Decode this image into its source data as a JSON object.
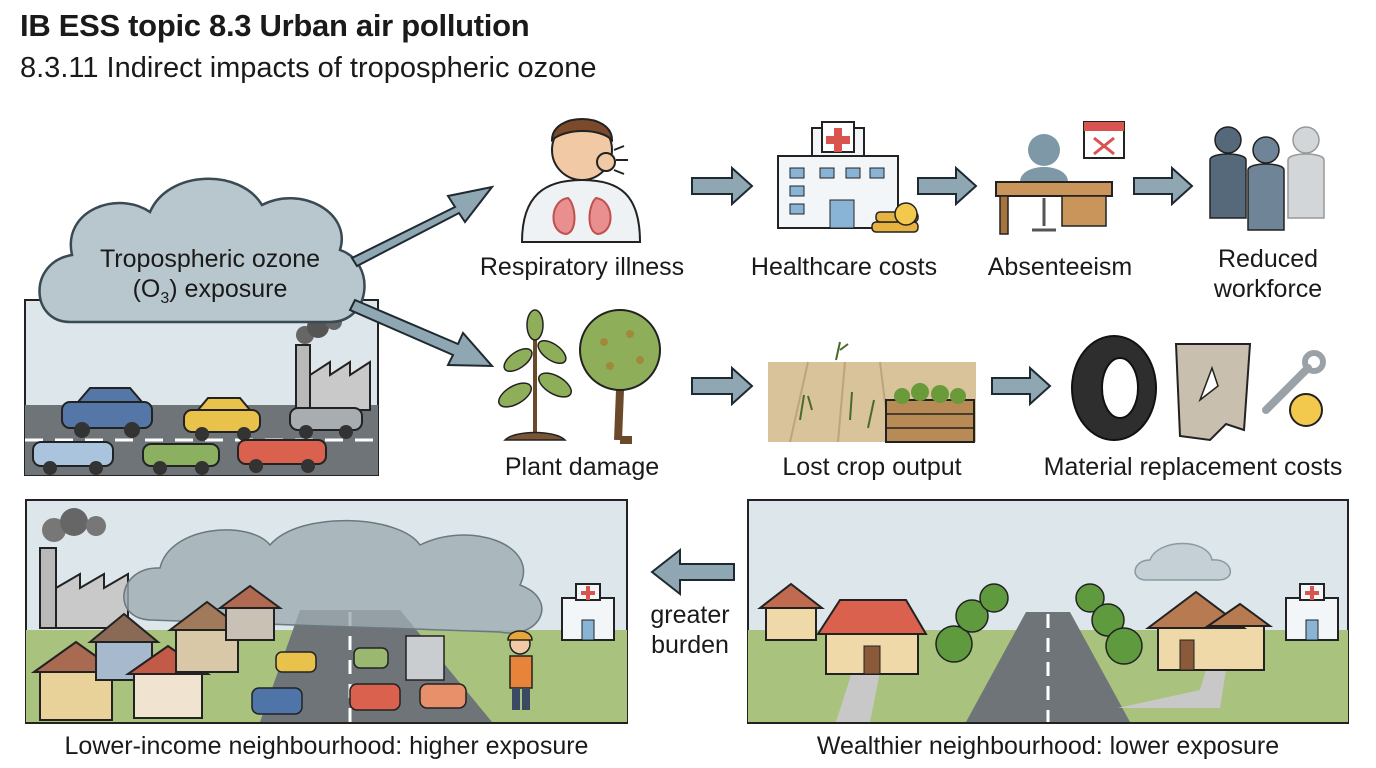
{
  "header": {
    "title": "IB ESS topic 8.3 Urban air pollution",
    "subtitle": "8.3.11 Indirect impacts of tropospheric ozone"
  },
  "source": {
    "line1": "Tropospheric ozone",
    "line2_prefix": "(O",
    "line2_sub": "3",
    "line2_suffix": ") exposure"
  },
  "health_chain": [
    {
      "label": "Respiratory illness"
    },
    {
      "label": "Healthcare costs"
    },
    {
      "label": "Absenteeism"
    },
    {
      "label_line1": "Reduced",
      "label_line2": "workforce"
    }
  ],
  "plant_chain": [
    {
      "label": "Plant damage"
    },
    {
      "label": "Lost crop output"
    },
    {
      "label": "Material replacement costs"
    }
  ],
  "comparison": {
    "left_caption": "Lower-income neighbourhood: higher exposure",
    "right_caption": "Wealthier neighbourhood: lower exposure",
    "arrow_line1": "greater",
    "arrow_line2": "burden"
  },
  "colors": {
    "arrow": "#8fa6b3",
    "arrow_outline": "#1f2a30",
    "smog": "#9eabb2",
    "sky": "#dde6ea",
    "grass": "#a9c37f"
  }
}
